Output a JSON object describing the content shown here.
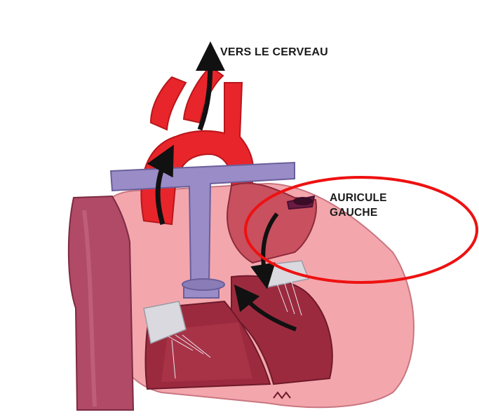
{
  "labels": {
    "to_brain": "VERS LE CERVEAU",
    "left_atrium_line1": "AURICULE",
    "left_atrium_line2": "GAUCHE"
  },
  "colors": {
    "aorta": "#e8252a",
    "aorta_dark": "#b8161c",
    "vena_cava": "#9a8cc6",
    "heart_wall": "#f3a7ad",
    "heart_muscle": "#9c2a3e",
    "chamber": "#c8505f",
    "pulmonary": "#b04a66",
    "valve": "#d9d9df",
    "arrow": "#111111",
    "highlight_ellipse": "#ee1111"
  },
  "icons": [
    "up-arrow-icon",
    "flow-arrow-icon",
    "highlight-ellipse"
  ]
}
